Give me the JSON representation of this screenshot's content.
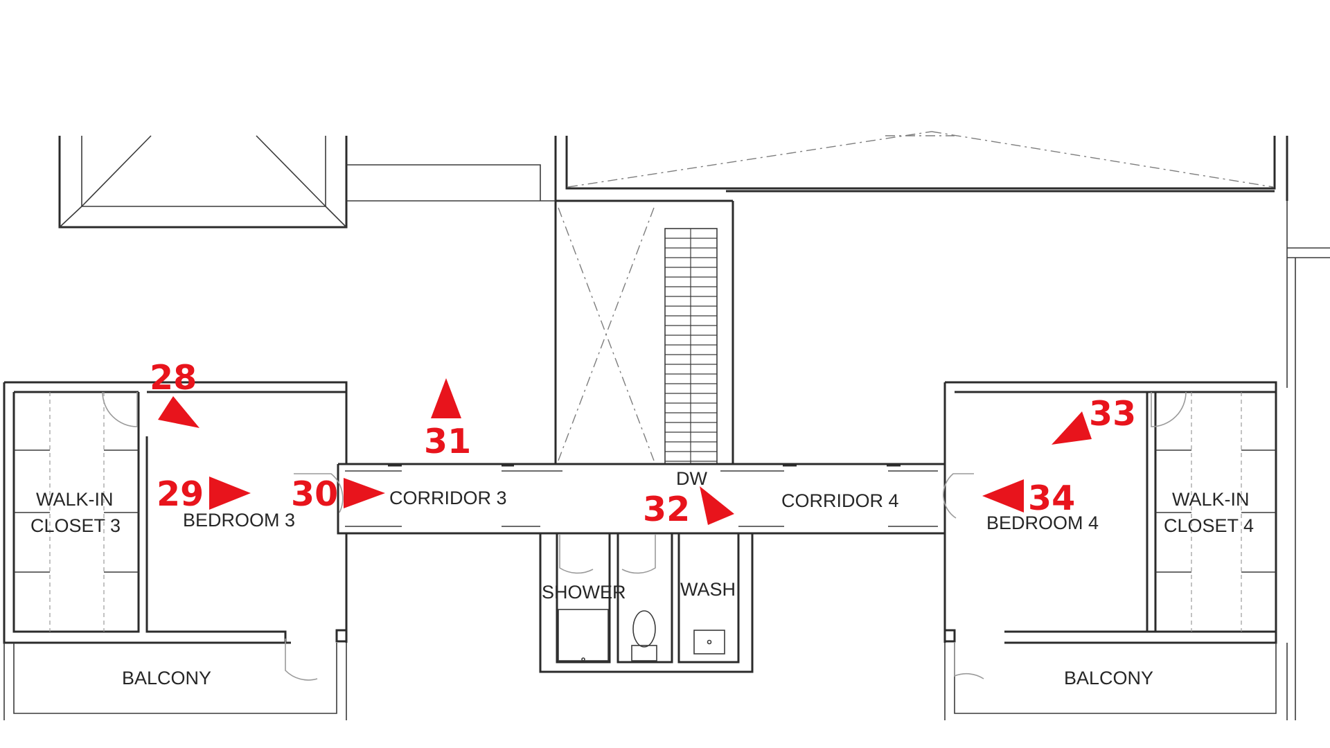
{
  "rooms": {
    "walk_in_closet_3": {
      "line1": "WALK-IN",
      "line2": "CLOSET 3"
    },
    "bedroom_3": "BEDROOM 3",
    "corridor_3": "CORRIDOR 3",
    "dw": "DW",
    "corridor_4": "CORRIDOR 4",
    "bedroom_4": "BEDROOM 4",
    "walk_in_closet_4": {
      "line1": "WALK-IN",
      "line2": "CLOSET 4"
    },
    "shower": "SHOWER",
    "wash": "WASH",
    "balcony_left": "BALCONY",
    "balcony_right": "BALCONY"
  },
  "markers": [
    {
      "id": "28",
      "direction": "down-right"
    },
    {
      "id": "29",
      "direction": "right"
    },
    {
      "id": "30",
      "direction": "right"
    },
    {
      "id": "31",
      "direction": "up"
    },
    {
      "id": "32",
      "direction": "down-right"
    },
    {
      "id": "33",
      "direction": "down-left"
    },
    {
      "id": "34",
      "direction": "left"
    }
  ],
  "colors": {
    "marker": "#e8141c",
    "wall": "#2b2b2b",
    "background": "#ffffff"
  }
}
